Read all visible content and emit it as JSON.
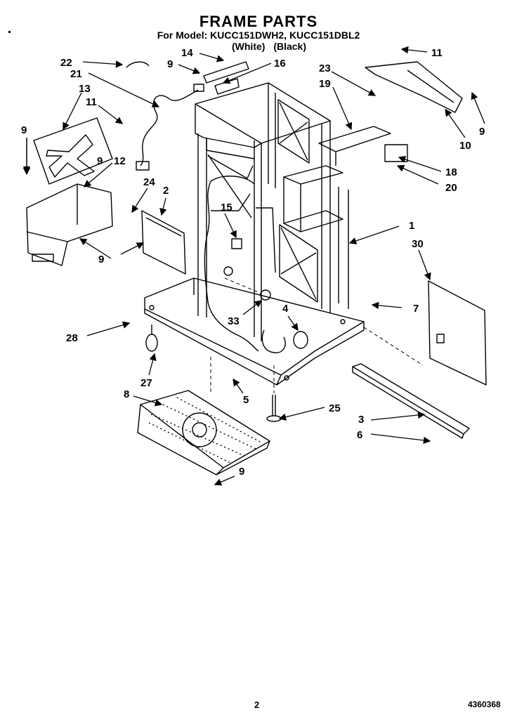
{
  "header": {
    "title": "FRAME PARTS",
    "subtitle": "For Model: KUCC151DWH2, KUCC151DBL2",
    "variants": "(White)  (Black)"
  },
  "footer": {
    "page_number": "2",
    "doc_number": "4360368"
  },
  "callouts": [
    "22",
    "21",
    "13",
    "11",
    "9",
    "14",
    "9",
    "16",
    "23",
    "19",
    "11",
    "9",
    "10",
    "9",
    "12",
    "24",
    "2",
    "15",
    "18",
    "20",
    "1",
    "30",
    "9",
    "33",
    "4",
    "7",
    "28",
    "27",
    "8",
    "5",
    "25",
    "3",
    "6",
    "9"
  ],
  "colors": {
    "ink": "#000000",
    "paper": "#ffffff"
  }
}
